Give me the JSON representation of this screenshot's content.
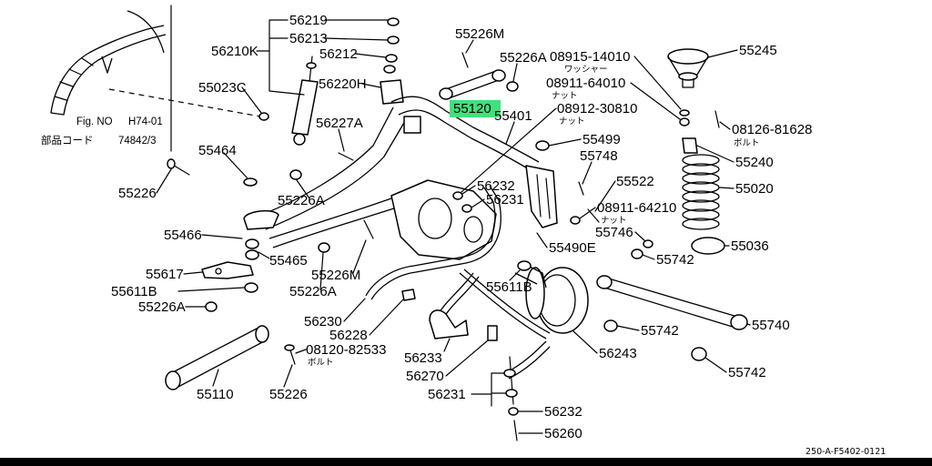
{
  "inset": {
    "fig_label": "Fig. NO",
    "fig_no": "H74-01",
    "code_label": "部品コード",
    "code": "74842/3"
  },
  "highlight": {
    "part": "55120",
    "color": "#3fe27c"
  },
  "callouts": [
    "56219",
    "56213",
    "56210K",
    "56212",
    "55023C",
    "56220H",
    "56227A",
    "55464",
    "55226",
    "55226A",
    "55466",
    "55465",
    "55617",
    "55611B",
    "55226M",
    "55226A",
    "55226A",
    "56230",
    "56228",
    "08120-82533",
    "55110",
    "55226",
    "55226M",
    "55226A",
    "08915-14010",
    "08911-64010",
    "55401",
    "08912-30810",
    "55245",
    "08126-81628",
    "55499",
    "55748",
    "55240",
    "55522",
    "56232",
    "56231",
    "55020",
    "08911-64210",
    "55746",
    "55490E",
    "55036",
    "55742",
    "55611B",
    "55740",
    "55742",
    "56233",
    "56243",
    "56270",
    "55742",
    "56231",
    "56232",
    "56260"
  ],
  "notes": [
    "ボルト",
    "ワッシャー",
    "ナット",
    "ナット",
    "ボルト",
    "ナット"
  ],
  "drawing_code": "250-A-F5402-0121"
}
